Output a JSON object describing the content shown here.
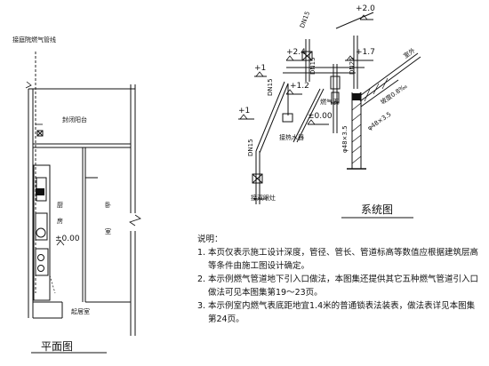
{
  "plan": {
    "title_top": "接庭院燃气管线",
    "balcony": "封闭阳台",
    "kitchen_1": "厨",
    "kitchen_2": "房",
    "bedroom_1": "卧",
    "bedroom_2": "室",
    "elevation": "±0.00",
    "living_room": "起居室",
    "caption": "平面图"
  },
  "system": {
    "caption": "系统图",
    "labels": {
      "e_plus2": "+2.0",
      "e_plus24": "+2.4",
      "e_plus17": "+1.7",
      "e_plus1_left": "+1",
      "e_plus12": "+1.2",
      "e_plus1_mid": "+1",
      "e_zero": "±0.00",
      "dn15_top": "DN15",
      "dn15_a": "DN15",
      "dn15_b": "DN15",
      "dn15_c": "DN15",
      "dn25": "DN25",
      "gas_meter": "燃气表",
      "water_heater": "接热水器",
      "stove": "接双眼灶",
      "outdoor": "室外",
      "slope": "坡度0.8‰",
      "pipe_spec": "φ48×3.5",
      "pipe_spec2": "φ48×3.5"
    }
  },
  "notes": {
    "heading": "说明：",
    "items": [
      {
        "num": "1.",
        "text": "本页仅表示施工设计深度，管径、管长、管道标高等数值应根据建筑层高等条件由施工图设计确定。"
      },
      {
        "num": "2.",
        "text": "本示例燃气管道地下引入口做法，本图集还提供其它五种燃气管道引入口做法可见本图集第19～23页。"
      },
      {
        "num": "3.",
        "text": "本示例室内燃气表底距地宜1.4米的普通锁表法装表，做法表详见本图集第24页。"
      }
    ]
  }
}
